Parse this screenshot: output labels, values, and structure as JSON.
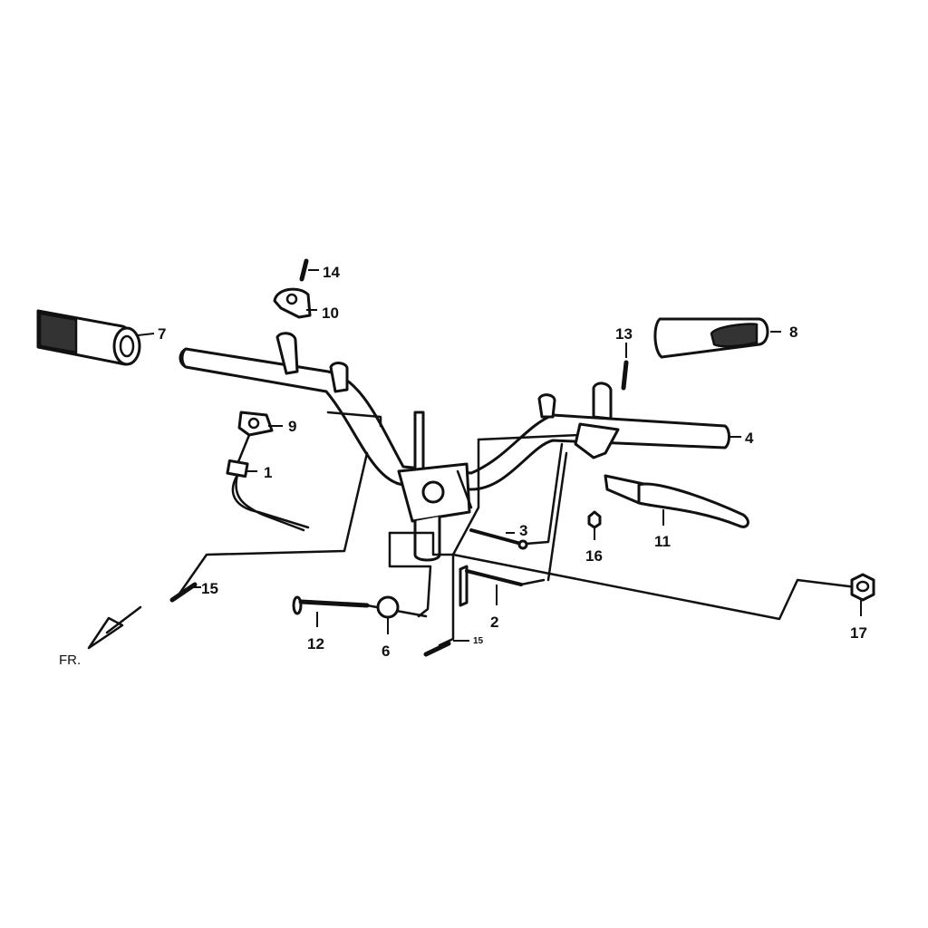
{
  "callouts": [
    {
      "id": "1",
      "text": "1"
    },
    {
      "id": "2",
      "text": "2"
    },
    {
      "id": "3",
      "text": "3"
    },
    {
      "id": "4",
      "text": "4"
    },
    {
      "id": "6",
      "text": "6"
    },
    {
      "id": "7",
      "text": "7"
    },
    {
      "id": "8",
      "text": "8"
    },
    {
      "id": "9",
      "text": "9"
    },
    {
      "id": "10",
      "text": "10"
    },
    {
      "id": "11",
      "text": "11"
    },
    {
      "id": "12",
      "text": "12"
    },
    {
      "id": "13",
      "text": "13"
    },
    {
      "id": "14",
      "text": "14"
    },
    {
      "id": "15a",
      "text": "15"
    },
    {
      "id": "15b",
      "text": "15"
    },
    {
      "id": "16",
      "text": "16"
    },
    {
      "id": "17",
      "text": "17"
    }
  ],
  "direction_label": "FR.",
  "colors": {
    "line": "#111111",
    "background": "#ffffff"
  }
}
